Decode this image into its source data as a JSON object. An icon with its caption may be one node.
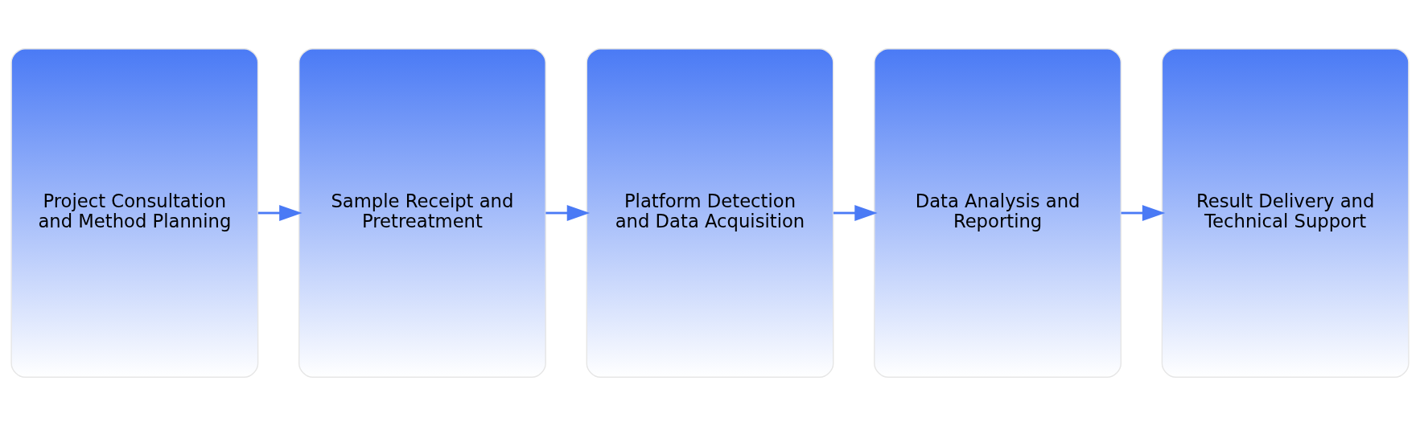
{
  "diagram": {
    "nodes": [
      {
        "text": [
          "Project Consultation and Method Planning"
        ]
      },
      {
        "text": [
          "Sample Receipt and Pretreatment"
        ]
      },
      {
        "text": [
          "Platform Detection and Data Acquisition"
        ]
      },
      {
        "text": [
          "Data Analysis and Reporting"
        ]
      },
      {
        "text": [
          "Result Delivery and Technical Support"
        ]
      }
    ],
    "edges": [
      {
        "from": 0,
        "to": 1,
        "arrow": "to"
      },
      {
        "from": 1,
        "to": 2,
        "arrow": "to"
      },
      {
        "from": 2,
        "to": 3,
        "arrow": "to"
      },
      {
        "from": 3,
        "to": 4,
        "arrow": "to"
      }
    ]
  }
}
